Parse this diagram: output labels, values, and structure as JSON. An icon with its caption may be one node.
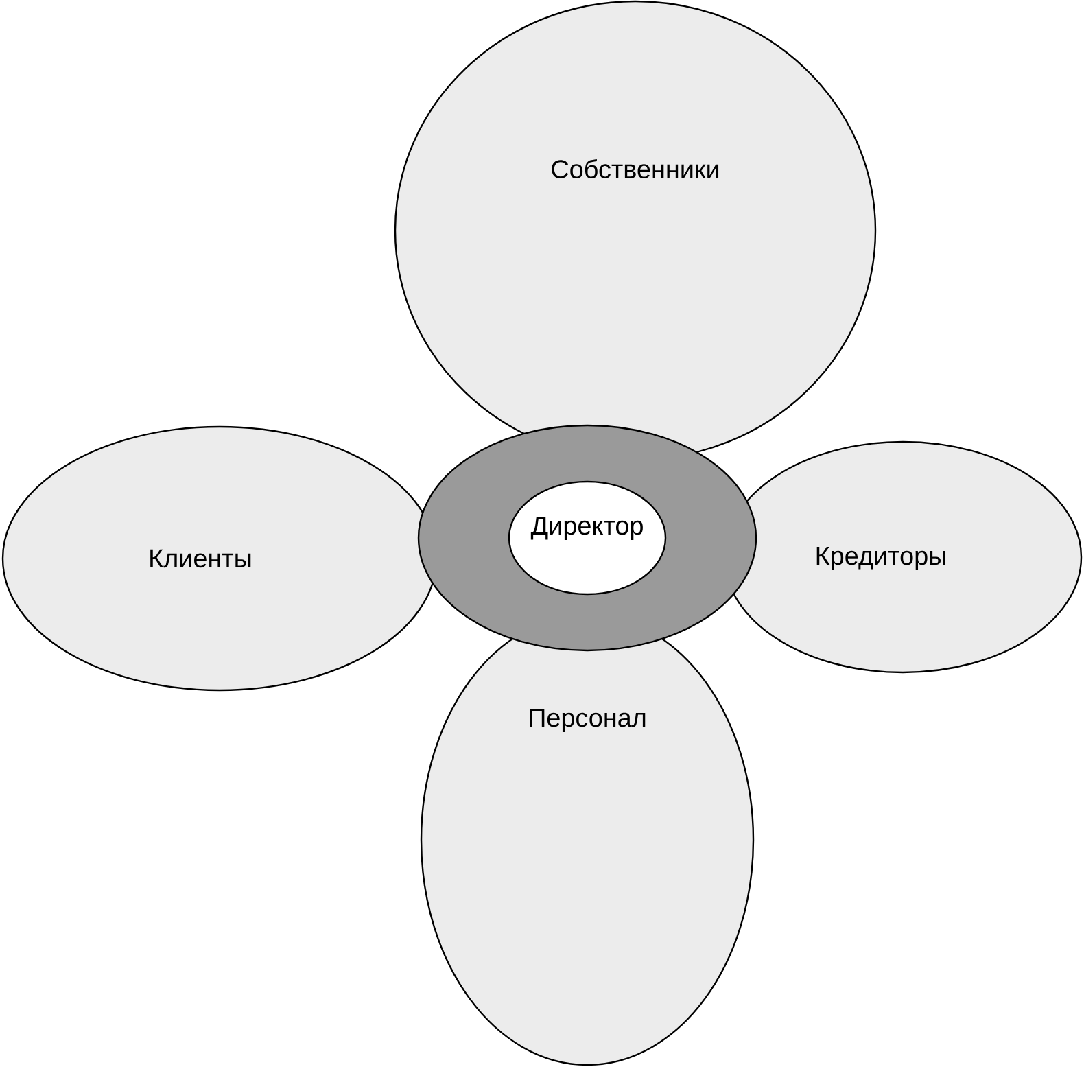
{
  "diagram": {
    "nodes": [
      {
        "text": [
          "Собственники"
        ]
      },
      {
        "text": [
          "Клиенты"
        ]
      },
      {
        "text": [
          "Директор"
        ]
      },
      {
        "text": [
          "Кредиторы"
        ]
      },
      {
        "text": [
          "Персонал"
        ]
      }
    ]
  }
}
